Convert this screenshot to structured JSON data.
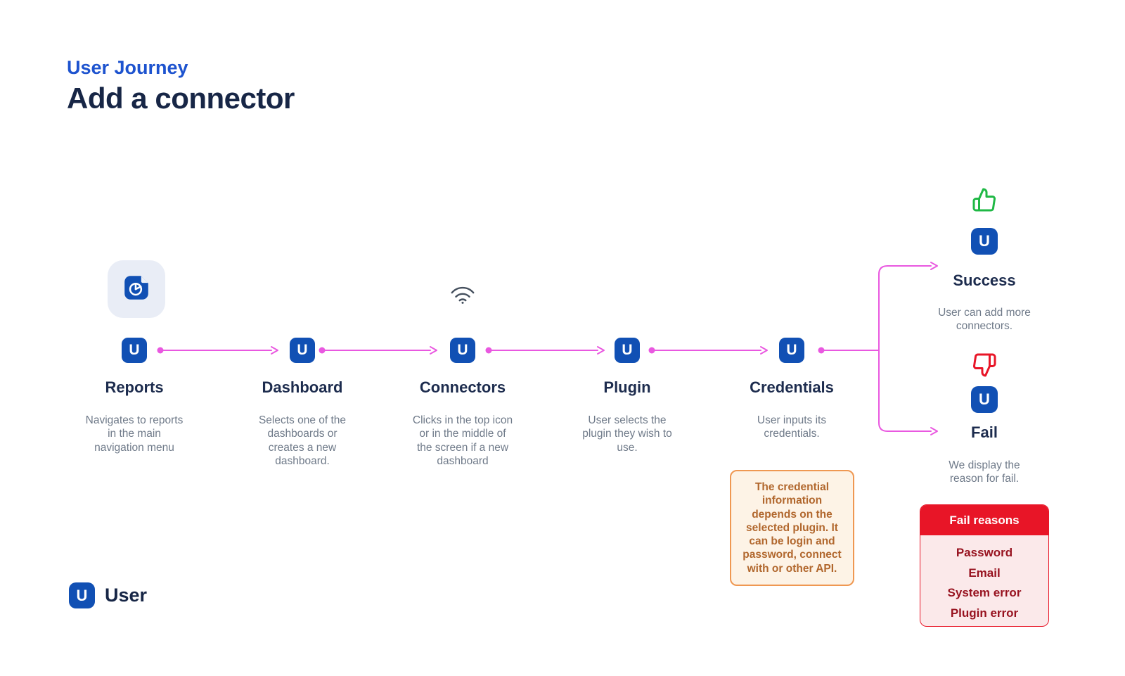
{
  "header": {
    "eyebrow": "User Journey",
    "title": "Add a connector"
  },
  "actor": {
    "letter": "U",
    "name": "User"
  },
  "steps": [
    {
      "label": "Reports",
      "description": "Navigates to reports\nin the main\nnavigation menu",
      "top_icon": "report-document"
    },
    {
      "label": "Dashboard",
      "description": "Selects one of the\ndashboards or\ncreates a new\ndashboard."
    },
    {
      "label": "Connectors",
      "description": "Clicks in the top icon\nor in the middle of\nthe screen if a new\ndashboard",
      "top_icon": "wifi"
    },
    {
      "label": "Plugin",
      "description": "User selects the\nplugin they wish to\nuse."
    },
    {
      "label": "Credentials",
      "description": "User inputs its\ncredentials."
    }
  ],
  "outcomes": {
    "success": {
      "label": "Success",
      "description": "User can add more\nconnectors.",
      "icon": "thumbs-up"
    },
    "fail": {
      "label": "Fail",
      "description": "We display the\nreason for fail.",
      "icon": "thumbs-down"
    }
  },
  "note": {
    "text": "The credential\ninformation\ndepends on the\nselected plugin. It\ncan be login and\npassword, connect\nwith or other API."
  },
  "fail_reasons": {
    "title": "Fail reasons",
    "items": [
      "Password",
      "Email",
      "System error",
      "Plugin error"
    ]
  },
  "colors": {
    "badge_blue": "#1150b4",
    "flow_magenta": "#e958e0",
    "success_green": "#1fb845",
    "fail_red": "#e81527",
    "note_orange": "#ef9852",
    "heading_blue": "#1d53cf",
    "navy": "#172646",
    "desc_gray": "#6f7a89"
  }
}
